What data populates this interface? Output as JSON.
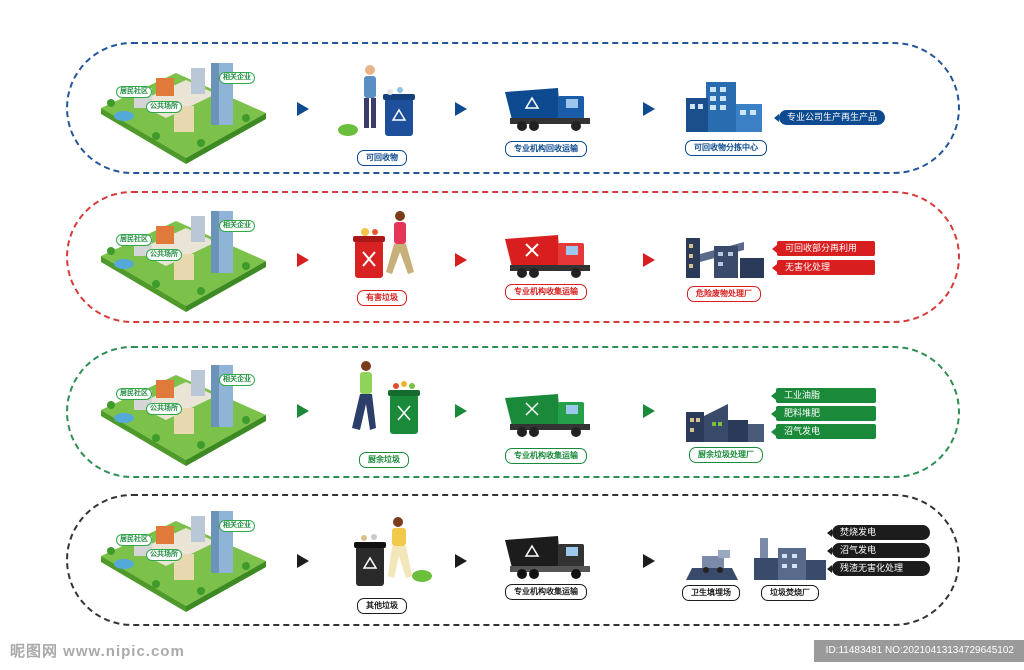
{
  "city_labels": {
    "community": "居民社区",
    "public": "公共场所",
    "enterprise": "相关企业"
  },
  "rows": [
    {
      "key": "recyclable",
      "color": "#0d4a8f",
      "border": "#24559a",
      "bin_label": "可回收物",
      "truck_label": "专业机构回收运输",
      "facilities": [
        "可回收物分拣中心"
      ],
      "outcomes": [
        "专业公司生产再生产品"
      ]
    },
    {
      "key": "hazardous",
      "color": "#d81e1e",
      "border": "#d63b3b",
      "bin_label": "有害垃圾",
      "truck_label": "专业机构收集运输",
      "facilities": [
        "危险废物处理厂"
      ],
      "outcomes": [
        "可回收部分再利用",
        "无害化处理"
      ]
    },
    {
      "key": "kitchen",
      "color": "#1a8a3a",
      "border": "#2c8f55",
      "bin_label": "厨余垃圾",
      "truck_label": "专业机构收集运输",
      "facilities": [
        "厨余垃圾处理厂"
      ],
      "outcomes": [
        "工业油脂",
        "肥料堆肥",
        "沼气发电"
      ]
    },
    {
      "key": "other",
      "color": "#1c1c1c",
      "border": "#333333",
      "bin_label": "其他垃圾",
      "truck_label": "专业机构收集运输",
      "facilities": [
        "卫生填埋场",
        "垃圾焚烧厂"
      ],
      "outcomes": [
        "焚烧发电",
        "沼气发电",
        "残渣无害化处理"
      ]
    }
  ],
  "watermark": "昵图网 www.nipic.com",
  "image_id": "ID:11483481 NO:20210413134729645102"
}
